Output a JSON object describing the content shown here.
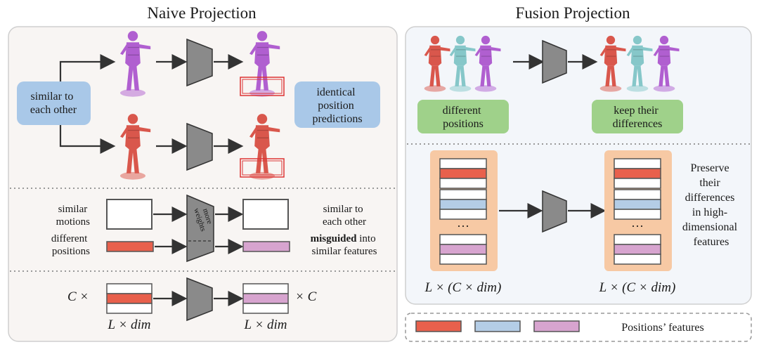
{
  "left_panel": {
    "title": "Naive Projection",
    "top": {
      "similar_box": [
        "similar to",
        "each other"
      ],
      "prediction_box": [
        "identical",
        "position",
        "predictions"
      ]
    },
    "middle": {
      "left_label_1": [
        "similar",
        "motions"
      ],
      "left_label_2": [
        "different",
        "positions"
      ],
      "trapezoid_text": [
        "more",
        "weights"
      ],
      "right_label_1": [
        "similar to",
        "each other"
      ],
      "right_label_2_bold": "misguided",
      "right_label_2_rest": " into",
      "right_label_2_line2": "similar features"
    },
    "bottom": {
      "prefix": "C ×",
      "suffix": "× C",
      "left_caption": "L × dim",
      "right_caption": "L × dim"
    }
  },
  "right_panel": {
    "title": "Fusion Projection",
    "top": {
      "left_box": [
        "different",
        "positions"
      ],
      "right_box": [
        "keep their",
        "differences"
      ]
    },
    "bottom": {
      "ellipsis": "···",
      "left_caption": "L × (C × dim)",
      "right_caption": "L × (C × dim)",
      "preserve_text": [
        "Preserve",
        "their",
        "differences",
        "in high-",
        "dimensional",
        "features"
      ]
    }
  },
  "legend": {
    "label": "Positions’ features",
    "swatches": [
      "#e8604c",
      "#b4cde6",
      "#d7a4cf"
    ]
  },
  "colors": {
    "red_figure": "#d9574c",
    "purple_figure": "#b05fd0",
    "teal_figure": "#86c7c9",
    "blue_box": "#a9c8e8",
    "green_box": "#9fd18a",
    "orange_panel": "#f7c9a4",
    "red_bar": "#e8604c",
    "blue_bar": "#b4cde6",
    "pink_bar": "#d7a4cf",
    "trapezoid": "#8a8a8a"
  }
}
